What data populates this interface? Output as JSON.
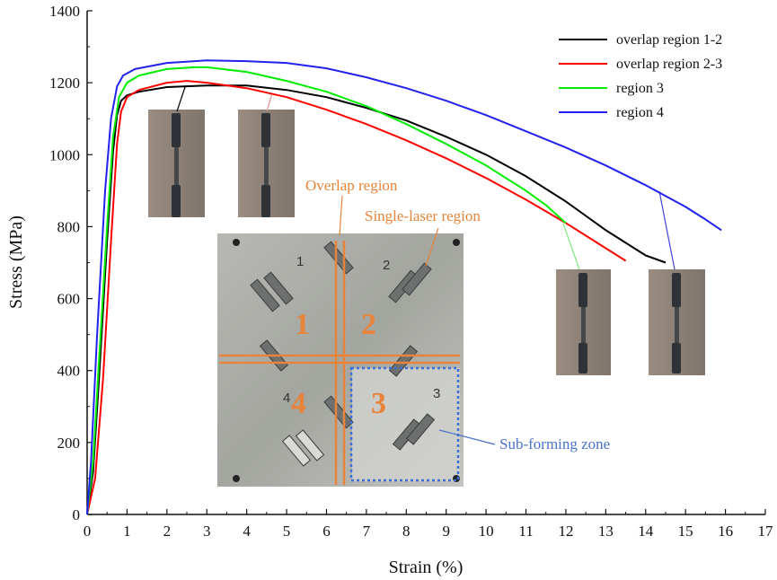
{
  "chart_data": {
    "type": "line",
    "title": "",
    "xlabel": "Strain (%)",
    "ylabel": "Stress (MPa)",
    "xlim": [
      0,
      17
    ],
    "ylim": [
      0,
      1400
    ],
    "xticks": [
      0,
      1,
      2,
      3,
      4,
      5,
      6,
      7,
      8,
      9,
      10,
      11,
      12,
      13,
      14,
      15,
      16,
      17
    ],
    "yticks": [
      0,
      200,
      400,
      600,
      800,
      1000,
      1200,
      1400
    ],
    "legend_position": "top-right",
    "grid": false,
    "series": [
      {
        "name": "overlap region 1-2",
        "color": "#000000",
        "x": [
          0,
          0.15,
          0.3,
          0.5,
          0.65,
          0.75,
          0.85,
          1,
          1.3,
          2,
          3,
          4,
          5,
          6,
          7,
          8,
          9,
          10,
          11,
          12,
          13,
          14,
          14.5
        ],
        "y": [
          0,
          120,
          380,
          760,
          1010,
          1110,
          1150,
          1165,
          1175,
          1188,
          1192,
          1192,
          1180,
          1160,
          1130,
          1095,
          1050,
          1000,
          940,
          870,
          790,
          720,
          700
        ]
      },
      {
        "name": "overlap region 2-3",
        "color": "#ff0000",
        "x": [
          0,
          0.2,
          0.4,
          0.6,
          0.75,
          0.85,
          1,
          1.3,
          2,
          2.5,
          3,
          4,
          5,
          6,
          7,
          8,
          9,
          10,
          11,
          12,
          12.5,
          13,
          13.5
        ],
        "y": [
          0,
          100,
          380,
          760,
          1030,
          1120,
          1160,
          1180,
          1200,
          1205,
          1200,
          1185,
          1160,
          1125,
          1085,
          1040,
          990,
          935,
          875,
          810,
          775,
          740,
          705
        ]
      },
      {
        "name": "region 3",
        "color": "#00ee00",
        "x": [
          0,
          0.15,
          0.3,
          0.5,
          0.65,
          0.8,
          1,
          1.3,
          2,
          2.7,
          3,
          4,
          5,
          6,
          7,
          8,
          9,
          10,
          11,
          11.5,
          12
        ],
        "y": [
          0,
          150,
          430,
          800,
          1050,
          1160,
          1200,
          1220,
          1238,
          1243,
          1243,
          1230,
          1205,
          1175,
          1135,
          1085,
          1030,
          970,
          900,
          860,
          810
        ]
      },
      {
        "name": "region 4",
        "color": "#2222ee",
        "x": [
          0,
          0.1,
          0.25,
          0.45,
          0.6,
          0.75,
          0.9,
          1.2,
          2,
          3,
          4,
          5,
          6,
          7,
          8,
          9,
          10,
          11,
          12,
          13,
          14,
          15,
          15.5,
          15.9
        ],
        "y": [
          0,
          150,
          500,
          900,
          1100,
          1190,
          1220,
          1238,
          1255,
          1262,
          1260,
          1255,
          1240,
          1215,
          1185,
          1150,
          1110,
          1065,
          1020,
          970,
          915,
          855,
          820,
          790
        ]
      }
    ],
    "annotations": {
      "overlap_label": "Overlap region",
      "single_label": "Single-laser region",
      "subforming_label": "Sub-forming zone",
      "region_numbers": [
        "1",
        "2",
        "3",
        "4"
      ],
      "plate_scribbles": [
        "1",
        "2",
        "4",
        "3"
      ]
    }
  },
  "colors": {
    "annotation_orange": "#e8843a",
    "annotation_blue": "#4a72c8",
    "plate_bg": "#a9aba6",
    "specimen_bg": "#8e8278"
  }
}
